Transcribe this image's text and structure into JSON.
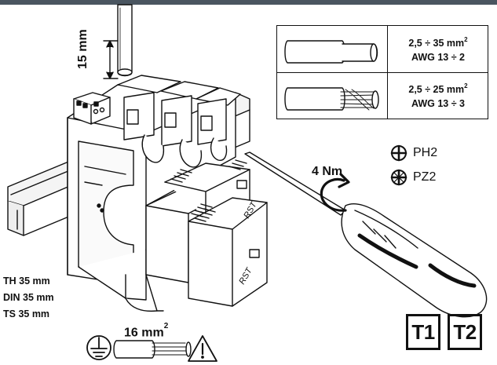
{
  "stripping_length": "15 mm",
  "spec_table": [
    {
      "conductor": "solid",
      "range_mm2": "2,5 ÷ 35 mm",
      "mm2_exponent": "2",
      "awg": "AWG 13 ÷ 2"
    },
    {
      "conductor": "stranded",
      "range_mm2": "2,5 ÷ 25 mm",
      "mm2_exponent": "2",
      "awg": "AWG 13 ÷ 3"
    }
  ],
  "torque": "4 Nm",
  "screwdriver_bits": [
    {
      "icon": "phillips-icon",
      "label": "PH2"
    },
    {
      "icon": "pozidriv-icon",
      "label": "PZ2"
    }
  ],
  "rail_types": [
    "TH 35 mm",
    "DIN 35 mm",
    "TS 35 mm"
  ],
  "ground_wire": {
    "size": "16 mm",
    "exponent": "2"
  },
  "brand_marks": [
    "RST",
    "RST"
  ],
  "classes": [
    "T1",
    "T2"
  ]
}
